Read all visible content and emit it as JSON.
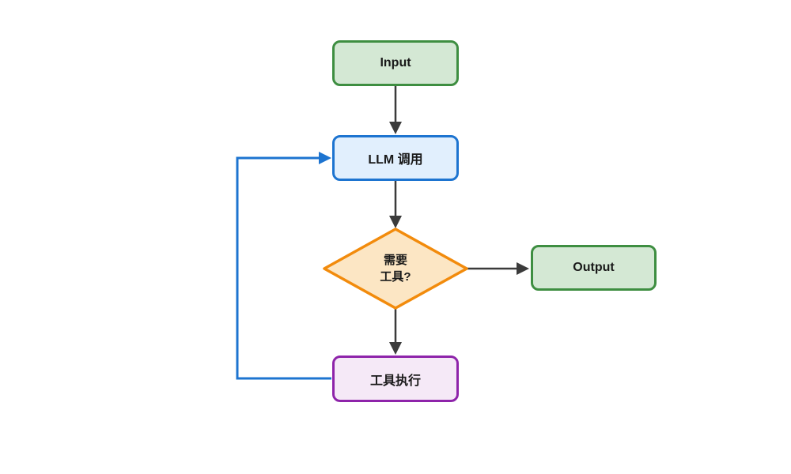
{
  "diagram": {
    "type": "flowchart",
    "direction": "top-down",
    "background": "#ffffff",
    "nodes": [
      {
        "id": "input",
        "shape": "rounded-rectangle",
        "label": "Input",
        "fill": "#d4e8d4",
        "border": "#3e8e41",
        "text_color": "#191919"
      },
      {
        "id": "llm-call",
        "shape": "rounded-rectangle",
        "label": "LLM 调用",
        "fill": "#e1effd",
        "border": "#1d74d0",
        "text_color": "#191919"
      },
      {
        "id": "needs-tool",
        "shape": "diamond",
        "label": "需要\n工具?",
        "fill": "#fce6c4",
        "border": "#f28b0c",
        "text_color": "#191919"
      },
      {
        "id": "output",
        "shape": "rounded-rectangle",
        "label": "Output",
        "fill": "#d4e8d4",
        "border": "#3e8e41",
        "text_color": "#191919"
      },
      {
        "id": "tool-exec",
        "shape": "rounded-rectangle",
        "label": "工具执行",
        "fill": "#f5e9f7",
        "border": "#8e24aa",
        "text_color": "#191919"
      }
    ],
    "edges": [
      {
        "from": "input",
        "to": "llm-call",
        "color": "#3b3b3b",
        "arrow": true,
        "kind": "straight"
      },
      {
        "from": "llm-call",
        "to": "needs-tool",
        "color": "#3b3b3b",
        "arrow": true,
        "kind": "straight"
      },
      {
        "from": "needs-tool",
        "to": "output",
        "color": "#3b3b3b",
        "arrow": true,
        "kind": "straight"
      },
      {
        "from": "needs-tool",
        "to": "tool-exec",
        "color": "#3b3b3b",
        "arrow": true,
        "kind": "straight"
      },
      {
        "from": "tool-exec",
        "to": "llm-call",
        "color": "#1d74d0",
        "arrow": true,
        "kind": "loop-back"
      }
    ]
  }
}
